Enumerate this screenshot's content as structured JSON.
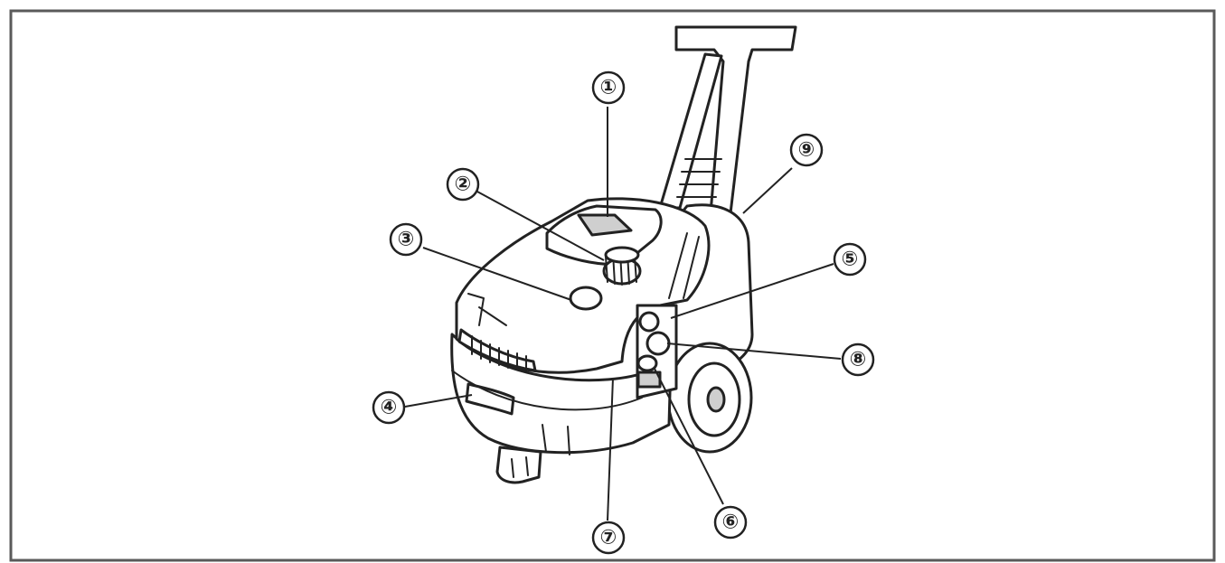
{
  "figure": {
    "frame_color": "#5a5a5a",
    "line_color": "#222222",
    "shade_color": "#cfcfcf",
    "callouts": [
      {
        "label": "①"
      },
      {
        "label": "②"
      },
      {
        "label": "③"
      },
      {
        "label": "④"
      },
      {
        "label": "⑤"
      },
      {
        "label": "⑥"
      },
      {
        "label": "⑦"
      },
      {
        "label": "⑧"
      },
      {
        "label": "⑨"
      }
    ]
  }
}
